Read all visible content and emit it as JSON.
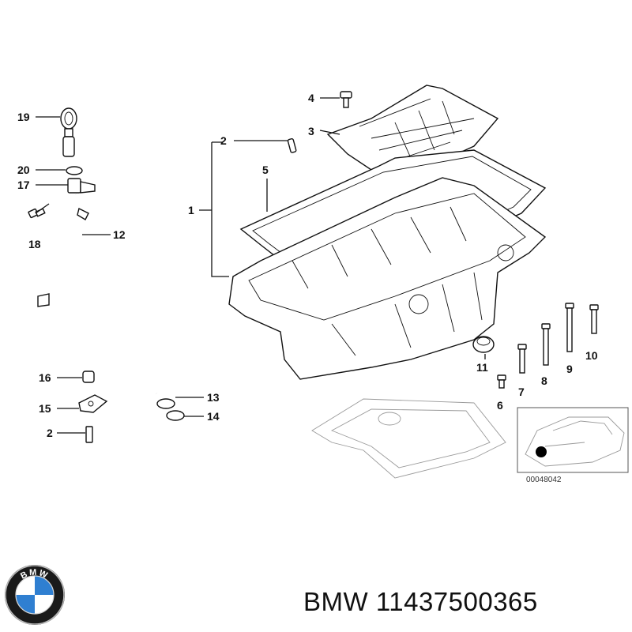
{
  "callouts": {
    "c1": "1",
    "c2a": "2",
    "c2b": "2",
    "c3": "3",
    "c4": "4",
    "c5": "5",
    "c6": "6",
    "c7": "7",
    "c8": "8",
    "c9": "9",
    "c10": "10",
    "c11": "11",
    "c12": "12",
    "c13": "13",
    "c14": "14",
    "c15": "15",
    "c16": "16",
    "c17": "17",
    "c18": "18",
    "c19": "19",
    "c20": "20"
  },
  "reference_number": "00048042",
  "logo": {
    "icon": "bmw-roundel-icon",
    "text": "BMW",
    "blue": "#2f7fd1",
    "white": "#ffffff",
    "ring": "#1a1a1a"
  },
  "caption": {
    "brand": "BMW",
    "part_number": "11437500365"
  }
}
